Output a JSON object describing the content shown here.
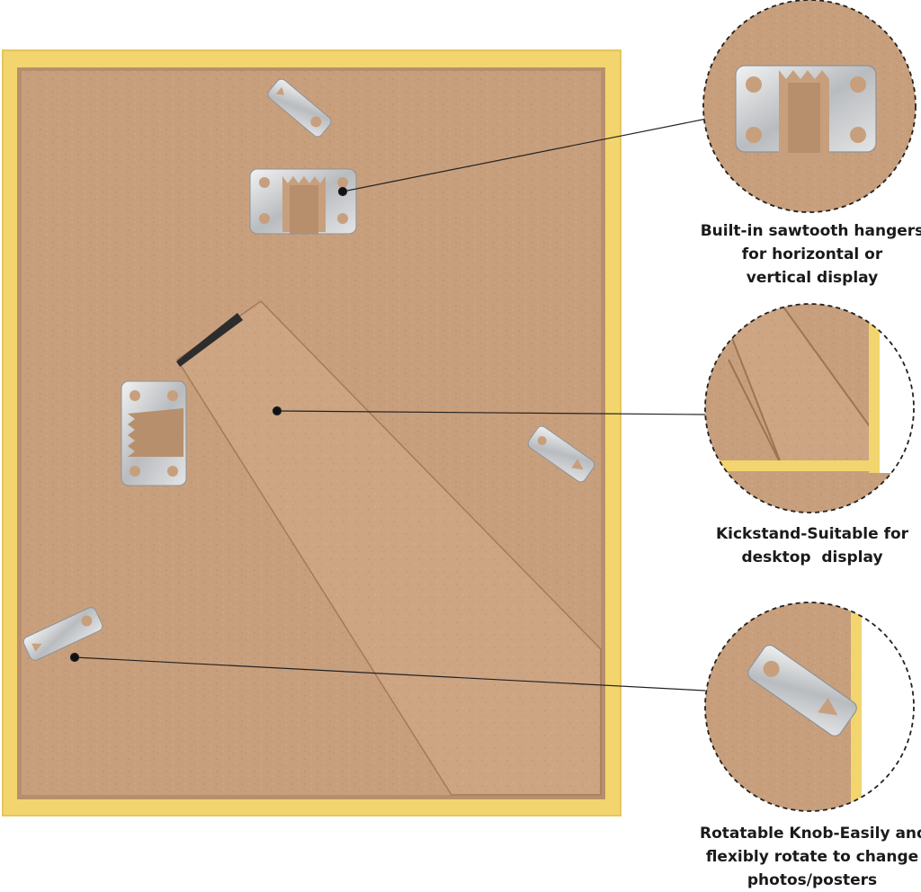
{
  "product": {
    "frame_color": "#f2d56e",
    "backing_color": "#c79f7d",
    "metal_color": "#cfd1d3"
  },
  "callouts": [
    {
      "id": "sawtooth",
      "icon": "sawtooth-hanger-icon",
      "lines": [
        "Built-in sawtooth hangers",
        "for horizontal or",
        "vertical display"
      ]
    },
    {
      "id": "kickstand",
      "icon": "kickstand-icon",
      "lines": [
        "Kickstand-Suitable for",
        "desktop  display"
      ]
    },
    {
      "id": "knob",
      "icon": "rotatable-knob-icon",
      "lines": [
        "Rotatable Knob-Easily and",
        "flexibly rotate to change",
        "photos/posters"
      ]
    }
  ]
}
